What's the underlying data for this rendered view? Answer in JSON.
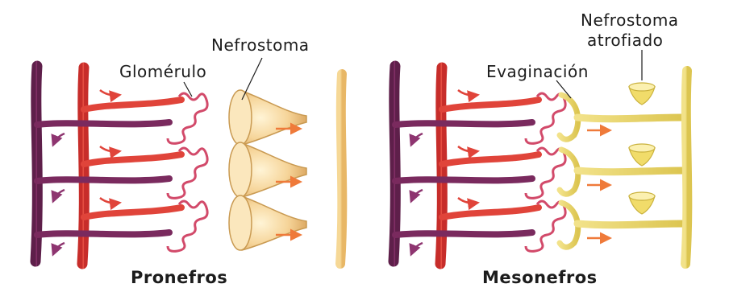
{
  "labels": {
    "left_title": "Pronefros",
    "right_title": "Mesonefros",
    "glomerulo": "Glomérulo",
    "nefrostoma_left": "Nefrostoma",
    "evaginacion": "Evaginación",
    "nefrostoma_atrofiado_line1": "Nefrostoma",
    "nefrostoma_atrofiado_line2": "atrofiado"
  },
  "colors": {
    "vein": "#7a2a5e",
    "artery": "#e0443a",
    "glomerulus": "#d24a6a",
    "nephrostome": "#f0c26e",
    "duct": "#f3cf86",
    "meso_tubule": "#ecd86a",
    "arrow": "#ef7a3a",
    "label_text": "#1c1c1c"
  }
}
